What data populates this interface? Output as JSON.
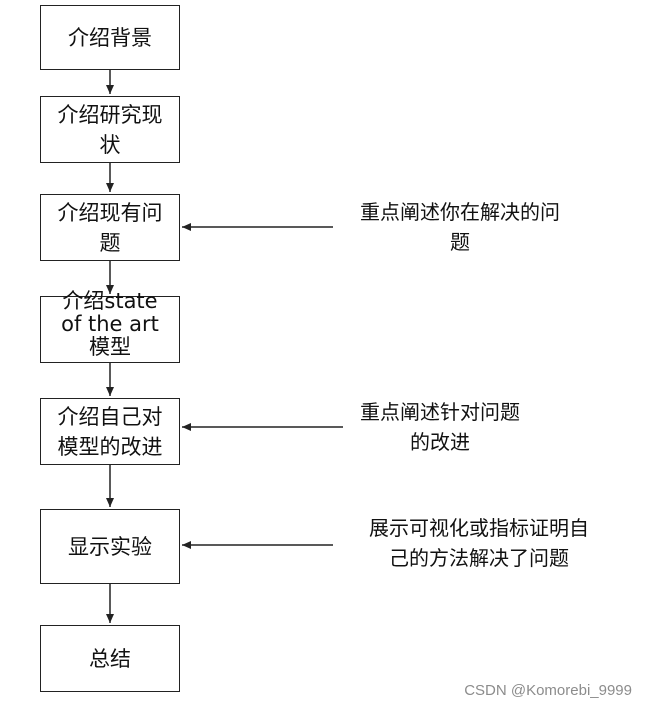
{
  "steps": [
    {
      "lines": [
        "介绍背景"
      ]
    },
    {
      "lines": [
        "介绍研究现",
        "状"
      ]
    },
    {
      "lines": [
        "介绍现有问",
        "题"
      ]
    },
    {
      "lines": [
        "介绍state",
        "of the art",
        "模型"
      ]
    },
    {
      "lines": [
        "介绍自己对",
        "模型的改进"
      ]
    },
    {
      "lines": [
        "显示实验"
      ]
    },
    {
      "lines": [
        "总结"
      ]
    }
  ],
  "notes": [
    {
      "lines": [
        "重点阐述你在解决的问",
        "题"
      ]
    },
    {
      "lines": [
        "重点阐述针对问题",
        "的改进"
      ]
    },
    {
      "lines": [
        "展示可视化或指标证明自",
        "己的方法解决了问题"
      ]
    }
  ],
  "watermark": "CSDN @Komorebi_9999"
}
